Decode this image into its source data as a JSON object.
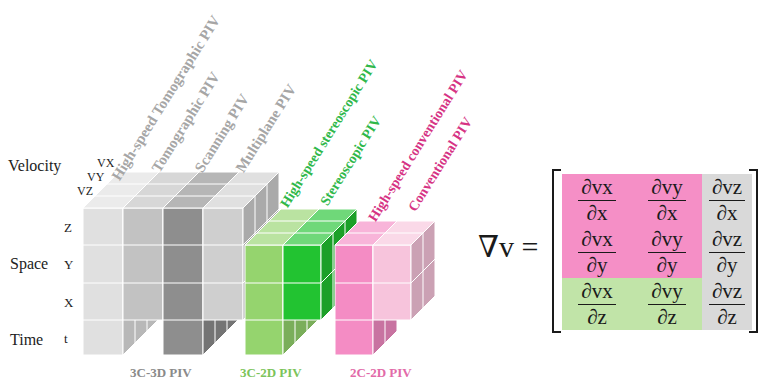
{
  "diagram": {
    "nodes": [
      {
        "text": [
          "∂vx",
          "∂x"
        ]
      },
      {
        "text": [
          "∂vy",
          "∂x"
        ]
      },
      {
        "text": [
          "∂vz",
          "∂x"
        ]
      },
      {
        "text": [
          "∂vx",
          "∂y"
        ]
      },
      {
        "text": [
          "∂vy",
          "∂y"
        ]
      },
      {
        "text": [
          "∂vz",
          "∂y"
        ]
      },
      {
        "text": [
          "∂vx",
          "∂z"
        ]
      },
      {
        "text": [
          "∂vy",
          "∂z"
        ]
      },
      {
        "text": [
          "∂vz",
          "∂z"
        ]
      }
    ],
    "labels": [
      "Velocity",
      "VX",
      "VY",
      "VZ",
      "Space",
      "Z",
      "Y",
      "X",
      "Time",
      "t",
      "High-speed Tomographic PIV",
      "Tomographic PIV",
      "Scanning PIV",
      "Multiplane PIV",
      "High-speed stereoscopic PIV",
      "Stereoscopic PIV",
      "High-speed conventional PIV",
      "Conventional PIV",
      "3C-3D PIV",
      "3C-2D PIV",
      "2C-2D PIV",
      "∇v ="
    ]
  }
}
